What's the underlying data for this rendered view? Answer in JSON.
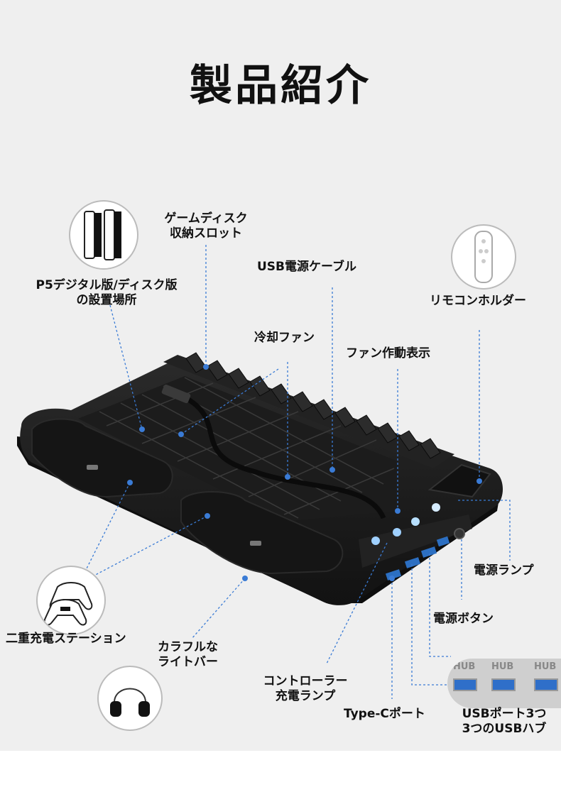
{
  "title": "製品紹介",
  "labels": {
    "game_disc_slot": [
      "ゲームディスク",
      "収納スロット"
    ],
    "placement": [
      "P5デジタル版/ディスク版",
      "の設置場所"
    ],
    "usb_cable": "USB電源ケーブル",
    "remote_holder": "リモコンホルダー",
    "cooling_fan": "冷却ファン",
    "fan_indicator": "ファン作動表示",
    "power_lamp": "電源ランプ",
    "power_button": "電源ボタン",
    "dual_charging": "二重充電ステーション",
    "light_bar": [
      "カラフルな",
      "ライトバー"
    ],
    "controller_lamp": [
      "コントローラー",
      "充電ランプ"
    ],
    "type_c": "Type-Cポート",
    "usb_hub": [
      "USBポート3つ",
      "3つのUSBハブ"
    ]
  },
  "hub_text": "HUB",
  "colors": {
    "background": "#efefef",
    "dock": "#1a1a1a",
    "accent_blue": "#3d8fe0",
    "leader_line": "#3a7bd5"
  }
}
